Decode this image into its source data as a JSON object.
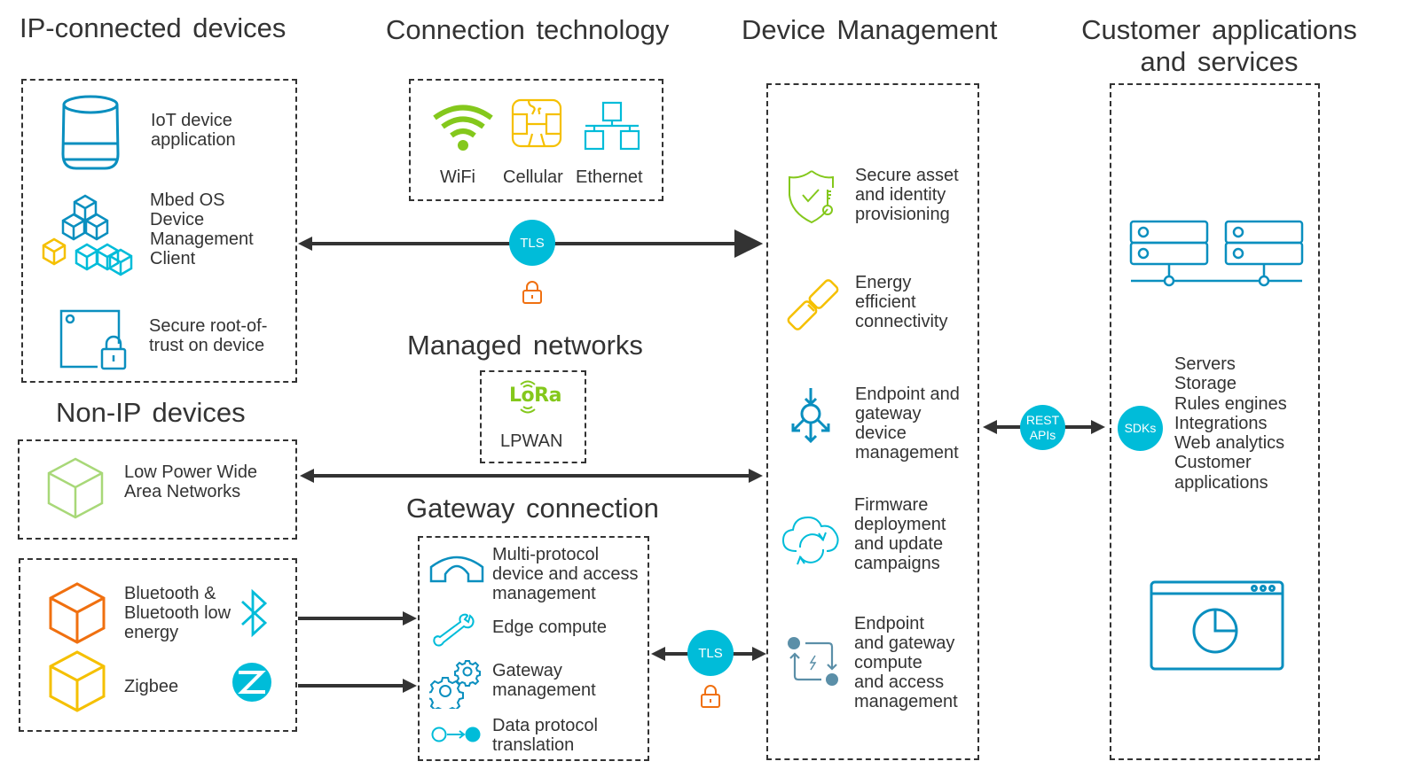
{
  "headings": {
    "ip_devices": "IP-connected devices",
    "connection_technology": "Connection technology",
    "device_management": "Device Management",
    "customer_apps": "Customer applications\nand services",
    "non_ip_devices": "Non-IP devices",
    "managed_networks": "Managed networks",
    "gateway_connection": "Gateway connection"
  },
  "ip_devices": {
    "items": [
      {
        "icon": "smart-speaker-icon",
        "label": "IoT device\napplication"
      },
      {
        "icon": "cubes-icon",
        "label": "Mbed OS\nDevice\nManagement\nClient"
      },
      {
        "icon": "secure-chip-lock-icon",
        "label": "Secure root-of-\ntrust on device"
      }
    ]
  },
  "connection_technology": {
    "items": [
      {
        "icon": "wifi-icon",
        "label": "WiFi"
      },
      {
        "icon": "sim-chip-icon",
        "label": "Cellular"
      },
      {
        "icon": "ethernet-network-icon",
        "label": "Ethernet"
      }
    ]
  },
  "managed_networks": {
    "logo": "LoRa",
    "label": "LPWAN"
  },
  "non_ip": {
    "lpwan_label": "Low Power Wide\nArea Networks",
    "bluetooth_label": "Bluetooth &\nBluetooth low\nenergy",
    "zigbee_label": "Zigbee"
  },
  "gateway": {
    "items": [
      {
        "icon": "bridge-icon",
        "label": "Multi-protocol\ndevice and access\nmanagement"
      },
      {
        "icon": "wrench-icon",
        "label": "Edge compute"
      },
      {
        "icon": "gears-icon",
        "label": "Gateway\nmanagement"
      },
      {
        "icon": "translation-icon",
        "label": "Data protocol\ntranslation"
      }
    ]
  },
  "device_management": {
    "items": [
      {
        "icon": "shield-key-icon",
        "label": "Secure asset\nand identity\nprovisioning"
      },
      {
        "icon": "satellite-icon",
        "label": "Energy\nefficient\nconnectivity"
      },
      {
        "icon": "distribution-icon",
        "label": "Endpoint and\ngateway\ndevice\nmanagement"
      },
      {
        "icon": "cloud-sync-icon",
        "label": "Firmware\ndeployment\nand update\ncampaigns"
      },
      {
        "icon": "compute-cycle-icon",
        "label": "Endpoint\nand gateway\ncompute\nand access\nmanagement"
      }
    ]
  },
  "customer_apps": {
    "list": "Servers\nStorage\nRules engines\nIntegrations\nWeb analytics\nCustomer\napplications"
  },
  "badges": {
    "tls_top": "TLS",
    "tls_bottom": "TLS",
    "rest_apis": "REST\nAPIs",
    "sdks": "SDKs"
  },
  "colors": {
    "cyan": "#00bcd9",
    "blue": "#0a8fbf",
    "green": "#84c81c",
    "yellow": "#f5c000",
    "orange": "#f07010",
    "text": "#333333"
  }
}
